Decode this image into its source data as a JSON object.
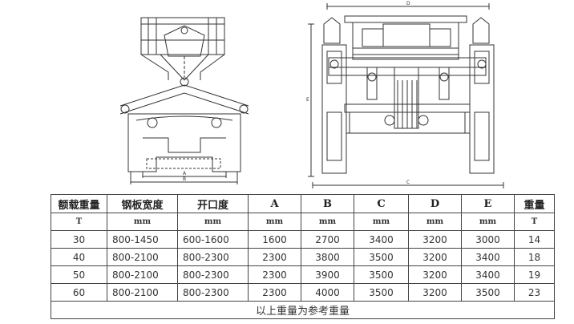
{
  "drawing": {
    "dim_labels": [
      "A",
      "B",
      "C",
      "D",
      "E"
    ]
  },
  "table": {
    "headers": [
      "额载重量",
      "钢板宽度",
      "开口度",
      "A",
      "B",
      "C",
      "D",
      "E",
      "重量"
    ],
    "units": [
      "T",
      "mm",
      "mm",
      "mm",
      "mm",
      "mm",
      "mm",
      "mm",
      "T"
    ],
    "rows": [
      [
        "30",
        "800-1450",
        "600-1600",
        "1600",
        "2700",
        "3400",
        "3200",
        "3000",
        "14"
      ],
      [
        "40",
        "800-2100",
        "800-2300",
        "2300",
        "3800",
        "3500",
        "3200",
        "3400",
        "18"
      ],
      [
        "50",
        "800-2100",
        "800-2300",
        "2300",
        "3900",
        "3500",
        "3200",
        "3400",
        "19"
      ],
      [
        "60",
        "800-2100",
        "800-2300",
        "2300",
        "4000",
        "3500",
        "3200",
        "3500",
        "23"
      ]
    ],
    "note": "以上重量为参考重量"
  }
}
